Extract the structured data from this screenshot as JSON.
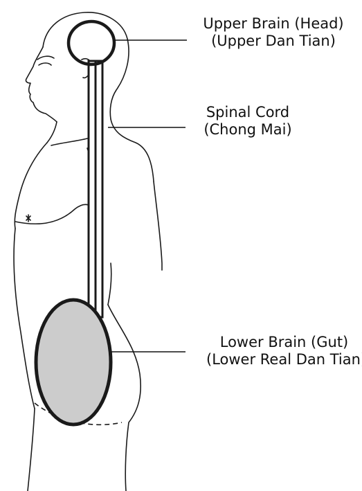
{
  "labels": {
    "upper_brain": {
      "line1": "Upper Brain (Head)",
      "line2": "(Upper Dan Tian)"
    },
    "spinal_cord": {
      "line1": "Spinal Cord",
      "line2": "(Chong Mai)"
    },
    "lower_brain": {
      "line1": "Lower Brain (Gut)",
      "line2": "(Lower Real Dan Tian)"
    }
  },
  "colors": {
    "outline": "#1a1a1a",
    "lower_brain_fill": "#cccccc",
    "pointer_line": "#111111"
  }
}
